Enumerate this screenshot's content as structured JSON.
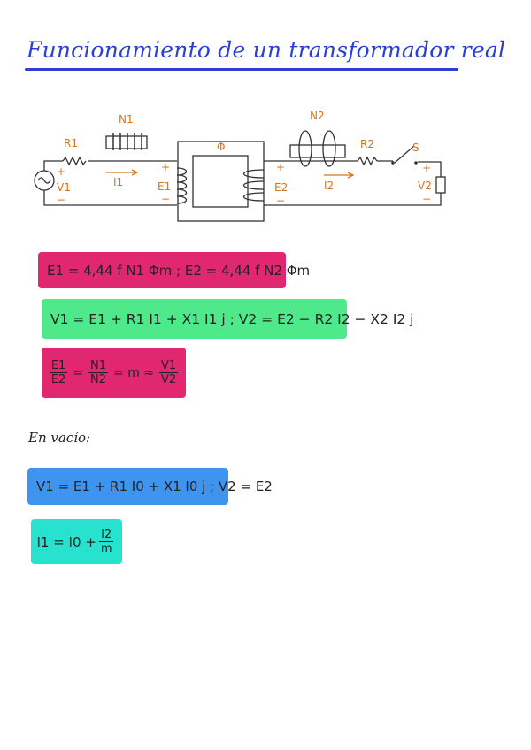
{
  "title": "Funcionamiento de un transformador real",
  "colors": {
    "title": "#2a3fd6",
    "labels": "#d9731c",
    "card_pink": "#e0276f",
    "card_green": "#4fe88a",
    "card_blue": "#3f94f0",
    "card_cyan": "#27e2cf"
  },
  "circuit": {
    "N1": "N1",
    "N2": "N2",
    "R1": "R1",
    "R2": "R2",
    "S": "S",
    "phi": "Φ",
    "V1": "V1",
    "V2": "V2",
    "E1": "E1",
    "E2": "E2",
    "I1": "I1",
    "I2": "I2",
    "plus": "+",
    "minus": "−"
  },
  "equations": {
    "eq1": "E1 = 4,44 f N1 Φm ; E2 = 4,44 f N2 Φm",
    "eq2": "V1 = E1 + R1 I1 + X1 I1 j ; V2 = E2 − R2 I2 − X2 I2 j",
    "eq3": {
      "f1_num": "E1",
      "f1_den": "E2",
      "eq": "=",
      "f2_num": "N1",
      "f2_den": "N2",
      "tail": "= m ≈",
      "f3_num": "V1",
      "f3_den": "V2"
    },
    "vacio_label": "En vacío:",
    "eq4": "V1 = E1 + R1 I0 + X1 I0 j ; V2 = E2",
    "eq5": {
      "lhs": "I1 = I0 +",
      "num": "I2",
      "den": "m"
    }
  }
}
